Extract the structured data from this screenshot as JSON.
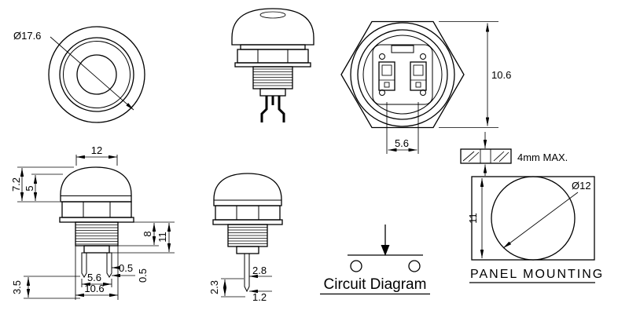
{
  "page": {
    "background_color": "#ffffff",
    "line_color": "#000000"
  },
  "views": {
    "front": {
      "diameter": "Ø17.6"
    },
    "rear": {
      "height": "10.6",
      "terminal_pitch": "5.6"
    },
    "panel_thickness": {
      "max_label": "4mm MAX."
    },
    "side_detail": {
      "top_width": "12",
      "cap_height": "7.2",
      "dome_height": "5",
      "thread_length": "8",
      "overall_length": "11",
      "pin_width": "0.5",
      "pin_pitch": "5.6",
      "thread_diameter": "10.6",
      "pin_length": "3.5",
      "pin_thickness": "0.5"
    },
    "side_pin": {
      "pin_length": "2.8",
      "pin_body": "2.3",
      "pin_tip": "1.2"
    },
    "circuit": {
      "title": "Circuit Diagram"
    },
    "panel_mounting": {
      "title": "PANEL MOUNTING",
      "hole_diameter": "Ø12",
      "hole_height": "11"
    }
  }
}
